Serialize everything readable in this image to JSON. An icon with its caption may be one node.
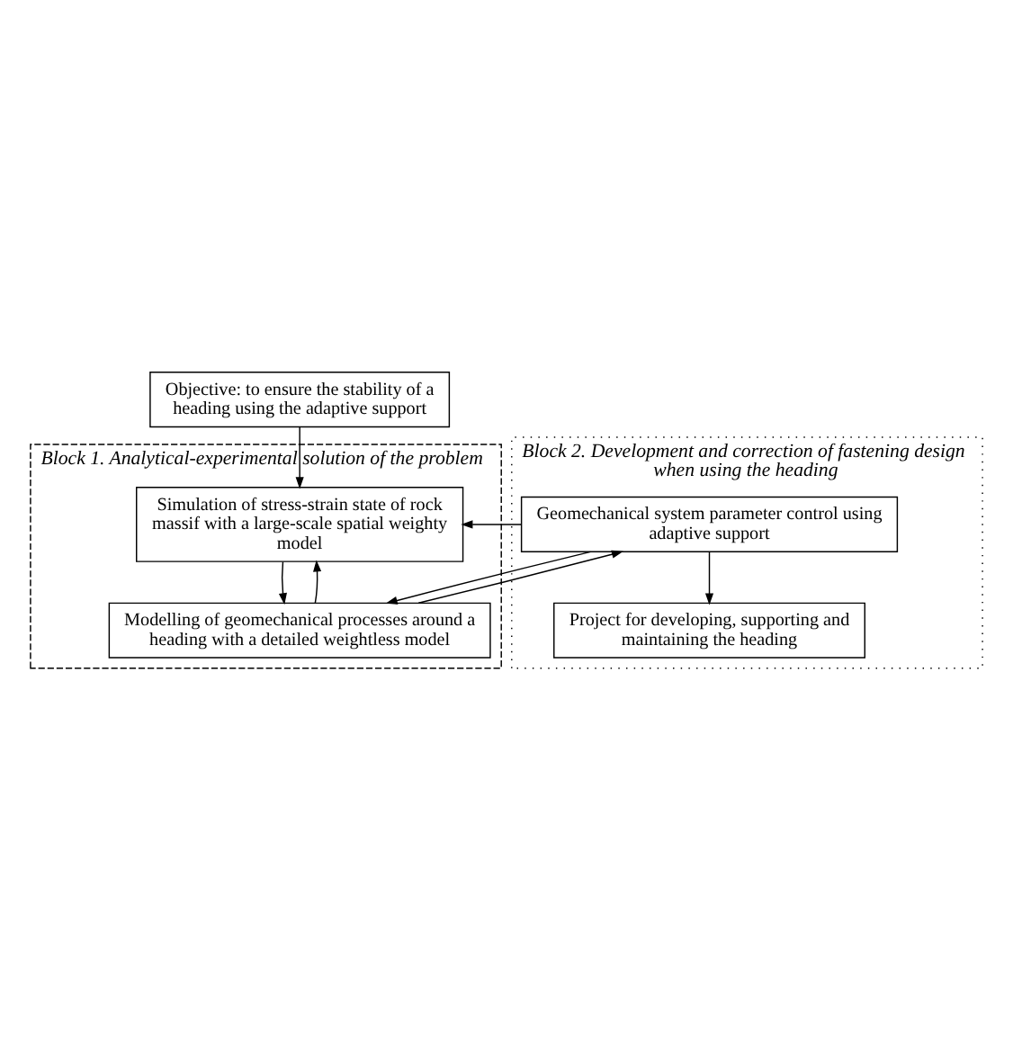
{
  "diagram": {
    "nodes": [
      {
        "text": [
          "Objective: to ensure the stability of a heading using the adaptive support"
        ]
      },
      {
        "text": [
          "Block 1. Analytical-experimental solution of the problem"
        ]
      },
      {
        "text": [
          "Simulation of stress-strain state of rock massif with a large-scale spatial weighty model"
        ],
        "in": 1
      },
      {
        "text": [
          "Modelling of geomechanical processes around a heading with a detailed weightless model"
        ],
        "in": 1
      },
      {
        "text": [
          "Block 2. Development and correction of fastening design when using the heading"
        ]
      },
      {
        "text": [
          "Geomechanical system parameter control using adaptive support"
        ],
        "in": 4
      },
      {
        "text": [
          "Project for developing, supporting and maintaining the heading"
        ],
        "in": 4
      }
    ],
    "edges": [
      {
        "from": 0,
        "to": 2,
        "arrow": "to"
      },
      {
        "from": 2,
        "to": 3,
        "arrow": "to"
      },
      {
        "from": 3,
        "to": 2,
        "arrow": "to"
      },
      {
        "from": 3,
        "to": 5,
        "arrow": "to"
      },
      {
        "from": 5,
        "to": 2,
        "arrow": "to"
      },
      {
        "from": 5,
        "to": 3,
        "arrow": "to"
      },
      {
        "from": 5,
        "to": 6,
        "arrow": "to"
      }
    ]
  }
}
